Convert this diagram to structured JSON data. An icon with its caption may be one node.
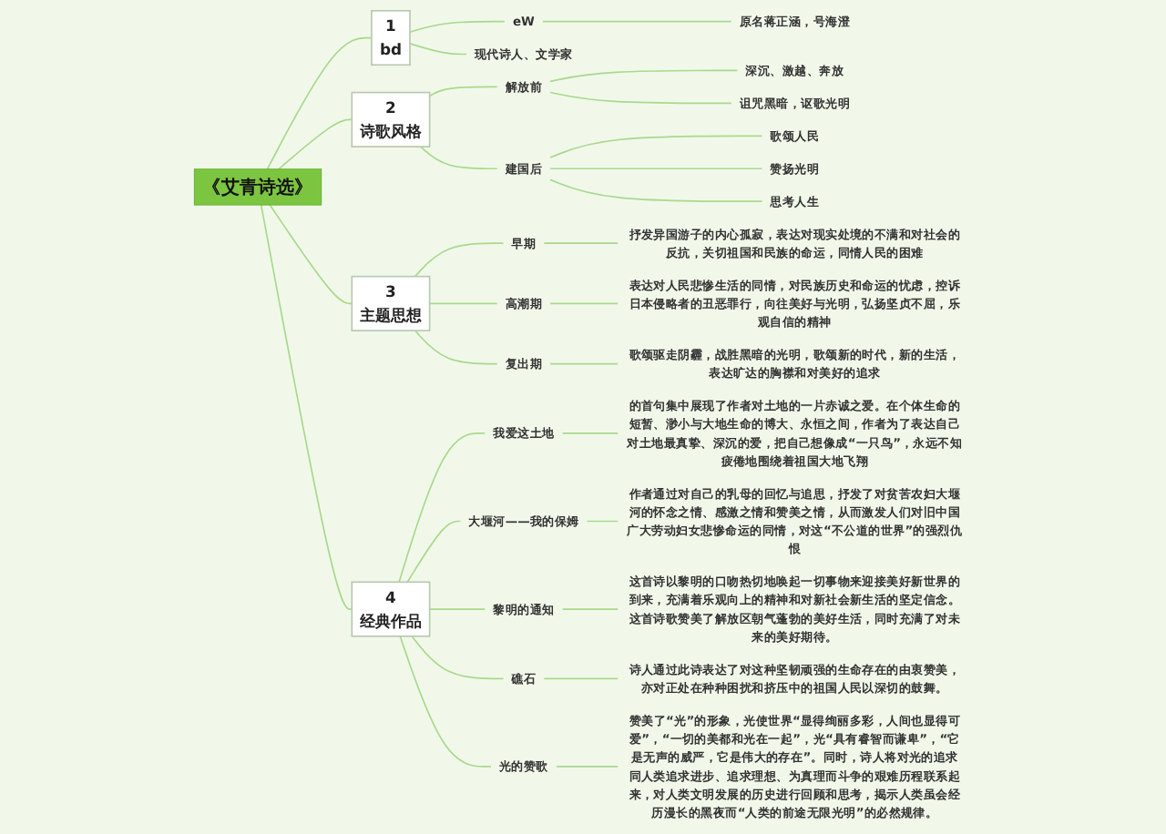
{
  "diagram": {
    "nodes": [
      {
        "text": [
          "《艾青诗选》"
        ]
      },
      {
        "text": [
          "1",
          "bd"
        ]
      },
      {
        "text": [
          "eW"
        ]
      },
      {
        "text": [
          "原名蒋正涵，号海澄"
        ]
      },
      {
        "text": [
          "现代诗人、文学家"
        ]
      },
      {
        "text": [
          "2",
          "诗歌风格"
        ]
      },
      {
        "text": [
          "解放前"
        ]
      },
      {
        "text": [
          "深沉、激越、奔放"
        ]
      },
      {
        "text": [
          "诅咒黑暗，讴歌光明"
        ]
      },
      {
        "text": [
          "建国后"
        ]
      },
      {
        "text": [
          "歌颂人民"
        ]
      },
      {
        "text": [
          "赞扬光明"
        ]
      },
      {
        "text": [
          "思考人生"
        ]
      },
      {
        "text": [
          "3",
          "主题思想"
        ]
      },
      {
        "text": [
          "早期"
        ]
      },
      {
        "text": [
          "抒发异国游子的内心孤寂，表达对现实处境的不满和对社会的反抗，关切祖国和民族的命运，同情人民的困难"
        ]
      },
      {
        "text": [
          "高潮期"
        ]
      },
      {
        "text": [
          "表达对人民悲惨生活的同情，对民族历史和命运的忧虑，控诉日本侵略者的丑恶罪行，向往美好与光明，弘扬坚贞不屈，乐观自信的精神"
        ]
      },
      {
        "text": [
          "复出期"
        ]
      },
      {
        "text": [
          "歌颂驱走阴霾，战胜黑暗的光明，歌颂新的时代，新的生活，表达旷达的胸襟和对美好的追求"
        ]
      },
      {
        "text": [
          "4",
          "经典作品"
        ]
      },
      {
        "text": [
          "我爱这土地"
        ]
      },
      {
        "text": [
          "的首句集中展现了作者对土地的一片赤诚之爱。在个体生命的短暂、渺小与大地生命的博大、永恒之间，作者为了表达自己对土地最真挚、深沉的爱，把自己想像成“一只鸟”，永远不知疲倦地围绕着祖国大地飞翔"
        ]
      },
      {
        "text": [
          "大堰河——我的保姆"
        ]
      },
      {
        "text": [
          "作者通过对自己的乳母的回忆与追思，抒发了对贫苦农妇大堰河的怀念之情、感激之情和赞美之情，从而激发人们对旧中国广大劳动妇女悲惨命运的同情，对这“不公道的世界”的强烈仇恨"
        ]
      },
      {
        "text": [
          "黎明的通知"
        ]
      },
      {
        "text": [
          "这首诗以黎明的口吻热切地唤起一切事物来迎接美好新世界的到来，充满着乐观向上的精神和对新社会新生活的坚定信念。这首诗歌赞美了解放区朝气蓬勃的美好生活，同时充满了对未来的美好期待。"
        ]
      },
      {
        "text": [
          "礁石"
        ]
      },
      {
        "text": [
          "诗人通过此诗表达了对这种坚韧顽强的生命存在的由衷赞美，亦对正处在种种困扰和挤压中的祖国人民以深切的鼓舞。"
        ]
      },
      {
        "text": [
          "光的赞歌"
        ]
      },
      {
        "text": [
          "赞美了“光”的形象，光使世界“显得绚丽多彩，人间也显得可爱”，“一切的美都和光在一起”，光“具有睿智而谦卑”，“它是无声的威严，它是伟大的存在”。同时，诗人将对光的追求同人类追求进步、追求理想、为真理而斗争的艰难历程联系起来，对人类文明发展的历史进行回顾和思考，揭示人类虽会经历漫长的黑夜而“人类的前途无限光明”的必然规律。"
        ]
      }
    ],
    "edges": [
      {
        "from": 0,
        "to": 1,
        "arrow": "none"
      },
      {
        "from": 1,
        "to": 2,
        "arrow": "none"
      },
      {
        "from": 2,
        "to": 3,
        "arrow": "none"
      },
      {
        "from": 1,
        "to": 4,
        "arrow": "none"
      },
      {
        "from": 0,
        "to": 5,
        "arrow": "none"
      },
      {
        "from": 5,
        "to": 6,
        "arrow": "none"
      },
      {
        "from": 6,
        "to": 7,
        "arrow": "none"
      },
      {
        "from": 6,
        "to": 8,
        "arrow": "none"
      },
      {
        "from": 5,
        "to": 9,
        "arrow": "none"
      },
      {
        "from": 9,
        "to": 10,
        "arrow": "none"
      },
      {
        "from": 9,
        "to": 11,
        "arrow": "none"
      },
      {
        "from": 9,
        "to": 12,
        "arrow": "none"
      },
      {
        "from": 0,
        "to": 13,
        "arrow": "none"
      },
      {
        "from": 13,
        "to": 14,
        "arrow": "none"
      },
      {
        "from": 14,
        "to": 15,
        "arrow": "none"
      },
      {
        "from": 13,
        "to": 16,
        "arrow": "none"
      },
      {
        "from": 16,
        "to": 17,
        "arrow": "none"
      },
      {
        "from": 13,
        "to": 18,
        "arrow": "none"
      },
      {
        "from": 18,
        "to": 19,
        "arrow": "none"
      },
      {
        "from": 0,
        "to": 20,
        "arrow": "none"
      },
      {
        "from": 20,
        "to": 21,
        "arrow": "none"
      },
      {
        "from": 21,
        "to": 22,
        "arrow": "none"
      },
      {
        "from": 20,
        "to": 23,
        "arrow": "none"
      },
      {
        "from": 23,
        "to": 24,
        "arrow": "none"
      },
      {
        "from": 20,
        "to": 25,
        "arrow": "none"
      },
      {
        "from": 25,
        "to": 26,
        "arrow": "none"
      },
      {
        "from": 20,
        "to": 27,
        "arrow": "none"
      },
      {
        "from": 27,
        "to": 28,
        "arrow": "none"
      },
      {
        "from": 20,
        "to": 29,
        "arrow": "none"
      },
      {
        "from": 29,
        "to": 30,
        "arrow": "none"
      }
    ]
  }
}
